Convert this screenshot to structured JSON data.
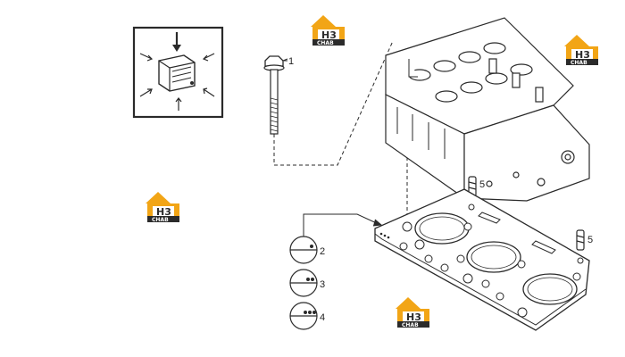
{
  "callouts": [
    {
      "id": "1",
      "text": "1"
    },
    {
      "id": "2",
      "text": "2"
    },
    {
      "id": "3",
      "text": "3"
    },
    {
      "id": "4",
      "text": "4"
    },
    {
      "id": "5a",
      "text": "5"
    },
    {
      "id": "5b",
      "text": "5"
    }
  ],
  "watermark": {
    "brand": "H3",
    "sub": "CHAB"
  },
  "colors": {
    "line": "#2a2a2a",
    "logo_orange": "#f2a516",
    "logo_dark": "#2b2b2b",
    "background": "#ffffff"
  },
  "icons": [
    "inspection-inset-icon",
    "bolt-icon",
    "dowel-pin-icon",
    "gasket-grade-icon",
    "watermark-logo-icon"
  ]
}
